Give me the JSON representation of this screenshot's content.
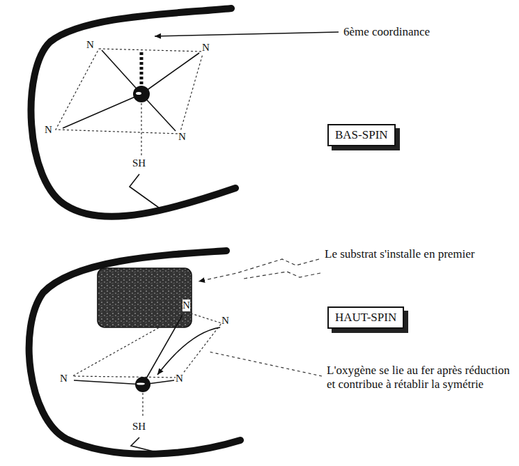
{
  "diagram": {
    "nodes": [
      {
        "text": [
          "BAS-SPIN"
        ]
      },
      {
        "text": [
          "HAUT-SPIN"
        ]
      }
    ],
    "labels": [
      "6ème coordinance",
      "N",
      "N",
      "N",
      "N",
      "SH",
      "Le substrat s'installe en premier",
      "N",
      "N",
      "N",
      "N",
      "SH",
      "L'oxygène se lie au fer après réduction et contribue à rétablir la symétrie"
    ]
  }
}
